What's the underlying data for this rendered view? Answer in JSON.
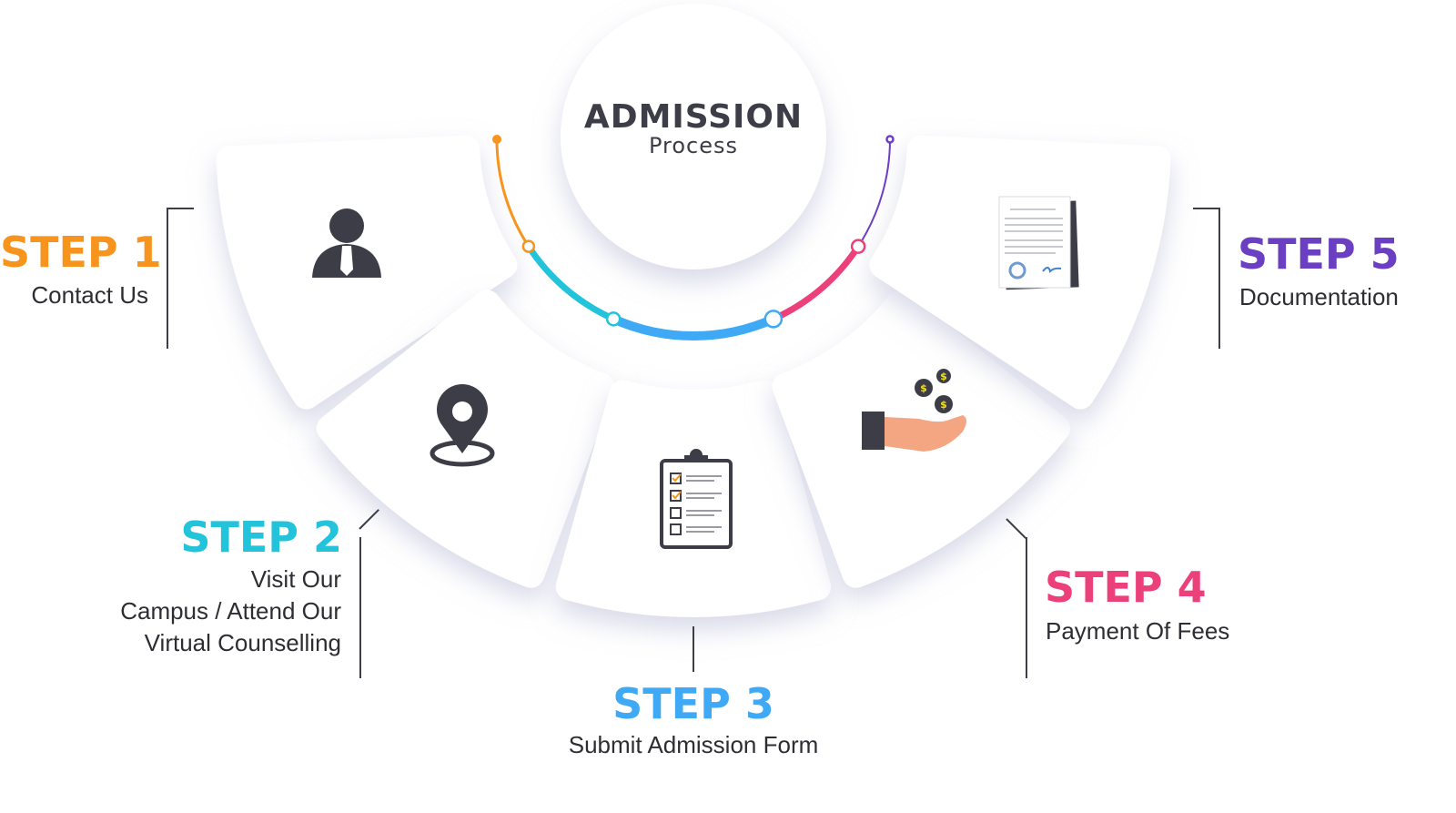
{
  "header": {
    "title": "ADMISSION",
    "subtitle": "Process"
  },
  "steps": [
    {
      "label": "STEP 1",
      "description": [
        "Contact Us"
      ],
      "color": "#f7941d",
      "icon": "person-icon"
    },
    {
      "label": "STEP 2",
      "description": [
        "Visit Our",
        "Campus / Attend Our",
        "Virtual Counselling"
      ],
      "color": "#22c3db",
      "icon": "location-pin-icon"
    },
    {
      "label": "STEP 3",
      "description": [
        "Submit Admission Form"
      ],
      "color": "#3fa9f5",
      "icon": "clipboard-icon"
    },
    {
      "label": "STEP 4",
      "description": [
        "Payment Of Fees"
      ],
      "color": "#ec407a",
      "icon": "hand-coins-icon"
    },
    {
      "label": "STEP 5",
      "description": [
        "Documentation"
      ],
      "color": "#6a3fc1",
      "icon": "document-icon"
    }
  ]
}
